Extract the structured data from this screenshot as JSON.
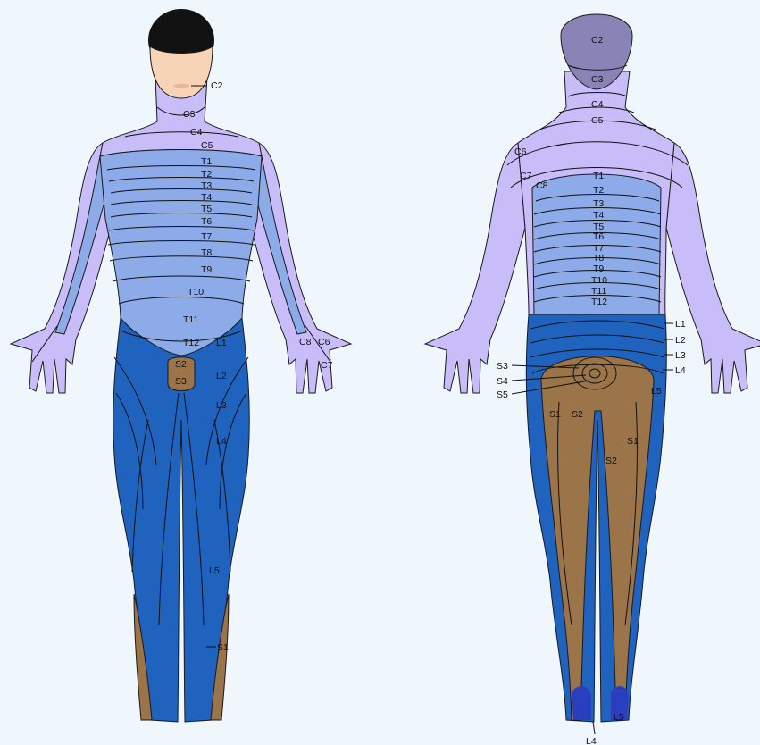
{
  "colors": {
    "background": "#eff7fd",
    "cervical": "#c8bdf8",
    "cervical_head": "#8a84b6",
    "thoracic": "#8dabe8",
    "lumbar": "#1f63bf",
    "sacral": "#9b7449",
    "skin": "#f7d4b6",
    "hair": "#121212",
    "line": "#111111"
  },
  "front_labels": {
    "c2": "C2",
    "c3": "C3",
    "c4": "C4",
    "c5": "C5",
    "t1": "T1",
    "t2": "T2",
    "t3": "T3",
    "t4": "T4",
    "t5": "T5",
    "t6": "T6",
    "t7": "T7",
    "t8": "T8",
    "t9": "T9",
    "t10": "T10",
    "t11": "T11",
    "t12": "T12",
    "l1": "L1",
    "l2": "L2",
    "l3": "L3",
    "l4": "L4",
    "l5": "L5",
    "s1": "S1",
    "s2": "S2",
    "s3": "S3",
    "c6": "C6",
    "c7": "C7",
    "c8": "C8"
  },
  "back_labels": {
    "c2": "C2",
    "c3": "C3",
    "c4": "C4",
    "c5": "C5",
    "c6": "C6",
    "c7": "C7",
    "c8": "C8",
    "t1": "T1",
    "t2": "T2",
    "t3": "T3",
    "t4": "T4",
    "t5": "T5",
    "t6": "T6",
    "t7": "T7",
    "t8": "T8",
    "t9": "T9",
    "t10": "T10",
    "t11": "T11",
    "t12": "T12",
    "l1": "L1",
    "l2": "L2",
    "l3": "L3",
    "l4": "L4",
    "l5": "L5",
    "l5_foot": "L5",
    "l4_foot": "L4",
    "s1_left": "S1",
    "s2_left": "S2",
    "s1_right": "S1",
    "s2_right": "S2",
    "s3": "S3",
    "s4": "S4",
    "s5": "S5"
  }
}
